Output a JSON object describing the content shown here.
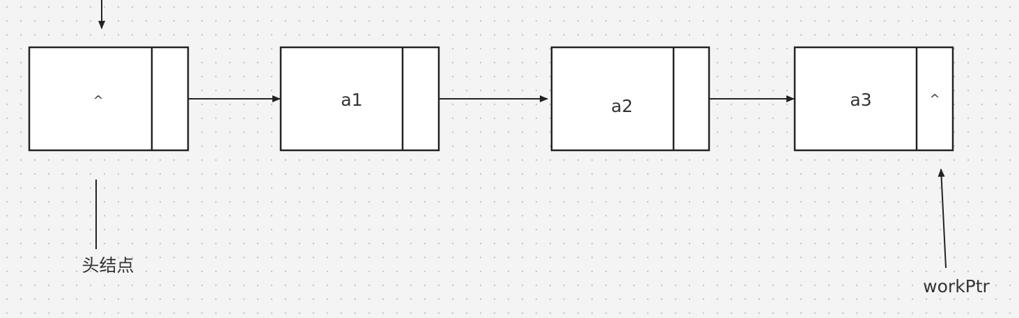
{
  "diagram": {
    "nodes": [
      {
        "data": "^",
        "next": ""
      },
      {
        "data": "a1",
        "next": ""
      },
      {
        "data": "a2",
        "next": ""
      },
      {
        "data": "a3",
        "next": "^"
      }
    ],
    "labels": {
      "head": "头结点",
      "work_ptr": "workPtr"
    },
    "colors": {
      "background": "#f4f4f4",
      "grid_dot": "#c8c8c8",
      "stroke": "#222222",
      "text": "#333333",
      "node_fill": "#ffffff"
    }
  }
}
